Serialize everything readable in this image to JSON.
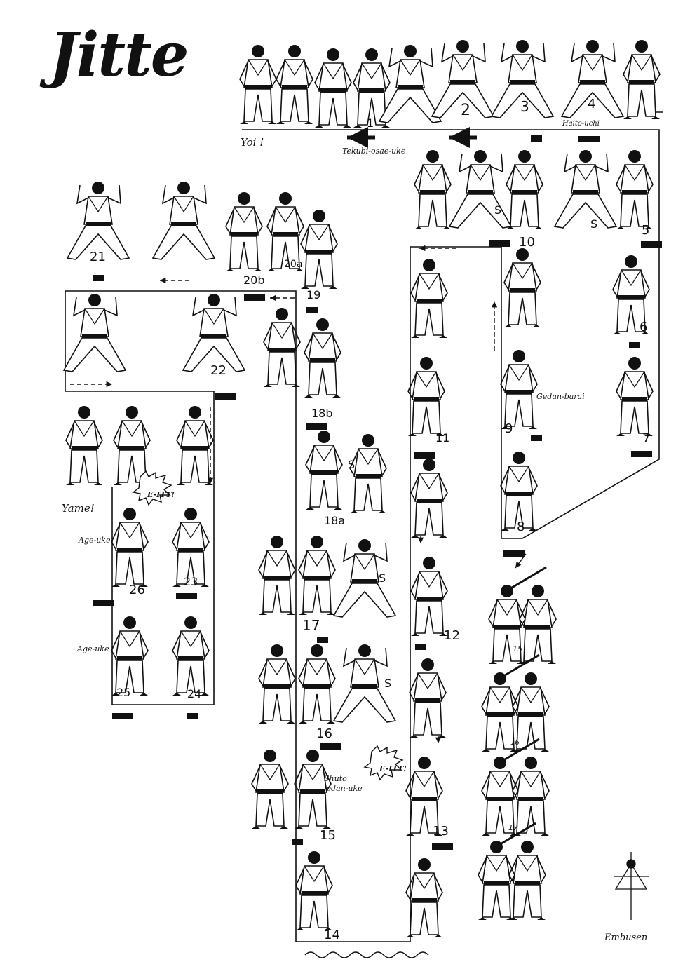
{
  "kata_name": "Jitte",
  "labels": {
    "yoi": "Yoi !",
    "tekubi_osae_uke": "Tekubi-osae-uke",
    "haito_uchi": "Haito-uchi",
    "gedan_barai": "Gedan-barai",
    "yame": "Yame!",
    "age_uke_1": "Age-uke",
    "age_uke_2": "Age-uke",
    "shuto_jodan_uke_1": "Shuto",
    "shuto_jodan_uke_2": "jodan-uke",
    "kiai_1": "E-ITT!",
    "kiai_2": "E-ITT!",
    "embusen": "Embusen"
  },
  "step_numbers": [
    "1",
    "2",
    "3",
    "4",
    "5",
    "6",
    "7",
    "8",
    "9",
    "10",
    "11",
    "12",
    "13",
    "14",
    "15",
    "16",
    "17",
    "18a",
    "18b",
    "19",
    "20a",
    "20b",
    "21",
    "22",
    "23",
    "24",
    "25",
    "26"
  ],
  "bunkai_numbers": [
    "15",
    "16",
    "17"
  ],
  "markers": [
    "S",
    "S",
    "S",
    "S",
    "S"
  ],
  "colors": {
    "ink": "#111111",
    "paper": "#ffffff"
  }
}
